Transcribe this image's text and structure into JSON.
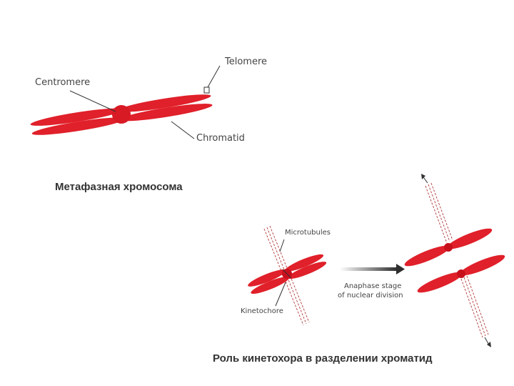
{
  "top_diagram": {
    "labels": {
      "centromere": "Centromere",
      "telomere": "Telomere",
      "chromatid": "Chromatid"
    },
    "caption": "Метафазная хромосома"
  },
  "bottom_diagram": {
    "labels": {
      "microtubules": "Microtubules",
      "kinetochore": "Kinetochore",
      "anaphase_line1": "Anaphase stage",
      "anaphase_line2": "of nuclear division"
    },
    "caption": "Роль кинетохора в разделении хроматид"
  },
  "colors": {
    "chromosome": "#e0202a",
    "centromere": "#d81a24",
    "microtubule": "#b23a3a",
    "leader_line": "#333333",
    "arrow": "#3a3a3a"
  }
}
